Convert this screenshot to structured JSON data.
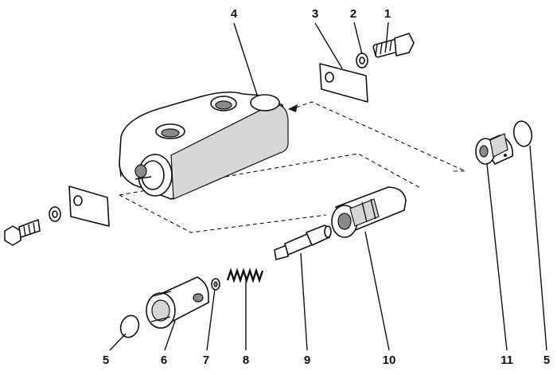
{
  "callouts": [
    "1",
    "2",
    "3",
    "4",
    "5",
    "6",
    "7",
    "8",
    "9",
    "10",
    "11",
    "5"
  ]
}
